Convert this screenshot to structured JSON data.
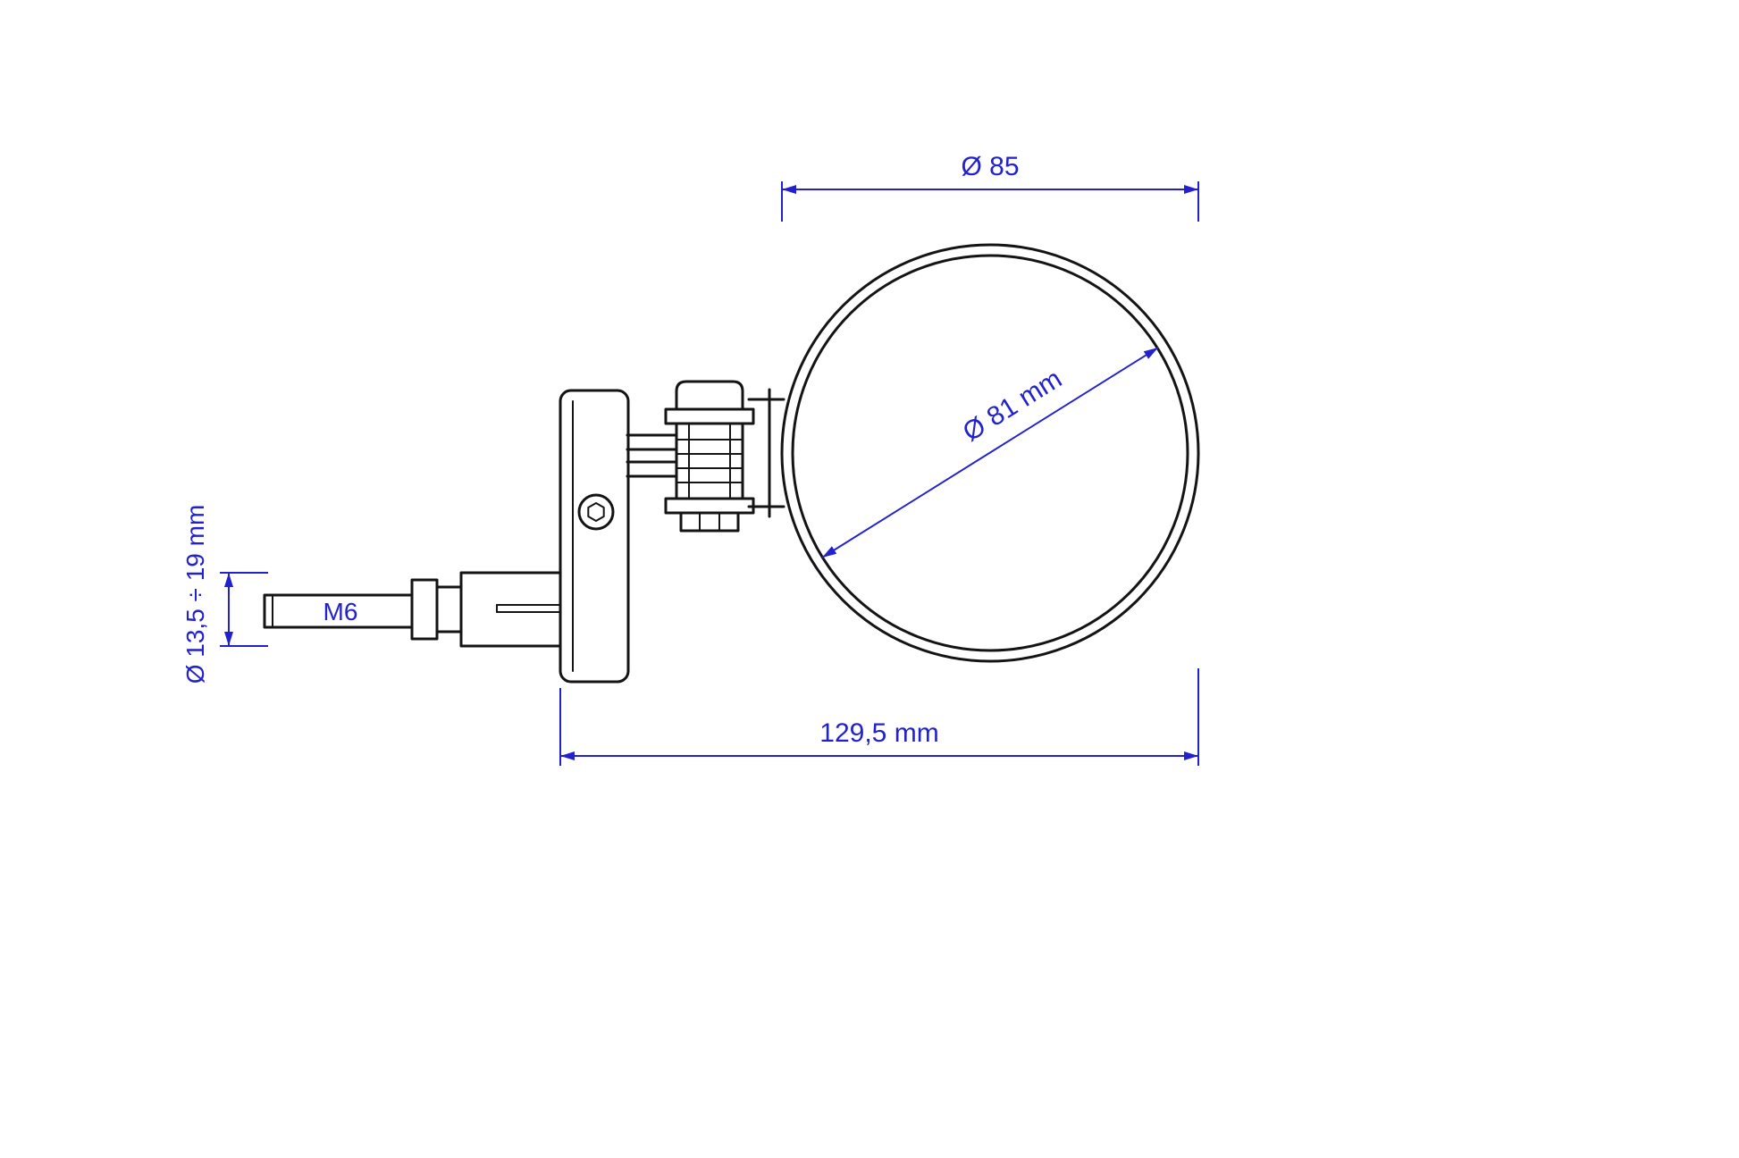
{
  "colors": {
    "background": "#ffffff",
    "drawing_line": "#141414",
    "dimension": "#2222cc"
  },
  "dimensions": {
    "mirror_outer_diameter": {
      "label": "Ø 85"
    },
    "mirror_glass_diameter": {
      "label": "Ø 81 mm"
    },
    "overall_length": {
      "label": "129,5 mm"
    },
    "clamp_diameter_range": {
      "label": "Ø 13,5 ÷ 19 mm"
    },
    "bolt_thread": {
      "label": "M6"
    }
  }
}
